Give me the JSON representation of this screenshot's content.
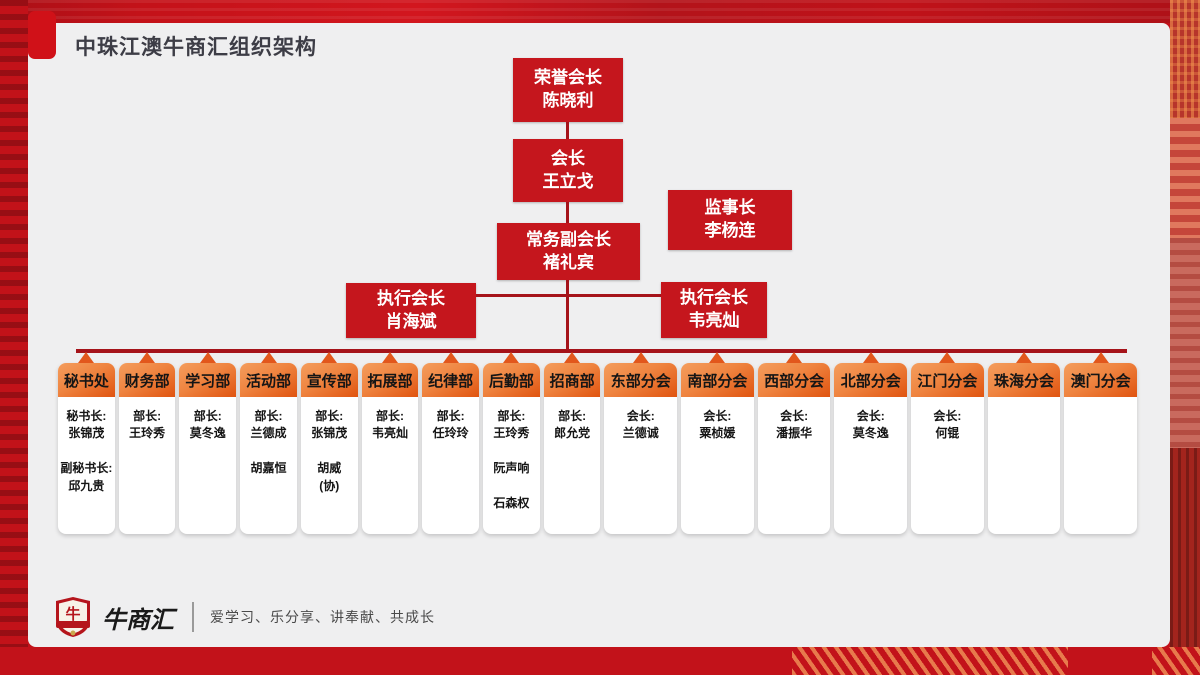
{
  "slide": {
    "title": "中珠江澳牛商汇组织架构"
  },
  "org": {
    "honorary": {
      "role": "荣誉会长",
      "name": "陈晓利"
    },
    "president": {
      "role": "会长",
      "name": "王立戈"
    },
    "supervisor": {
      "role": "监事长",
      "name": "李杨连"
    },
    "exec_vice": {
      "role": "常务副会长",
      "name": "褚礼宾"
    },
    "exec_left": {
      "role": "执行会长",
      "name": "肖海斌"
    },
    "exec_right": {
      "role": "执行会长",
      "name": "韦亮灿"
    }
  },
  "departments": [
    {
      "id": "mishuchu",
      "title": "秘书处",
      "wide": false,
      "members": "秘书长:\n张锦茂\n\n副秘书长:\n邱九贵"
    },
    {
      "id": "caiwubu",
      "title": "财务部",
      "wide": false,
      "members": "部长:\n王玲秀"
    },
    {
      "id": "xuexibu",
      "title": "学习部",
      "wide": false,
      "members": "部长:\n莫冬逸"
    },
    {
      "id": "huodongbu",
      "title": "活动部",
      "wide": false,
      "members": "部长:\n兰德成\n\n胡嘉恒"
    },
    {
      "id": "xuanchuanbu",
      "title": "宣传部",
      "wide": false,
      "members": "部长:\n张锦茂\n\n胡威\n(协)"
    },
    {
      "id": "tuozhanbu",
      "title": "拓展部",
      "wide": false,
      "members": "部长:\n韦亮灿"
    },
    {
      "id": "jilvbu",
      "title": "纪律部",
      "wide": false,
      "members": "部长:\n任玲玲"
    },
    {
      "id": "houqinbu",
      "title": "后勤部",
      "wide": false,
      "members": "部长:\n王玲秀\n\n阮声响\n\n石森权"
    },
    {
      "id": "zhaoshangbu",
      "title": "招商部",
      "wide": false,
      "members": "部长:\n郎允党"
    },
    {
      "id": "dongbufenhui",
      "title": "东部分会",
      "wide": true,
      "members": "会长:\n兰德诚"
    },
    {
      "id": "nanbufenhui",
      "title": "南部分会",
      "wide": true,
      "members": "会长:\n粟桢媛"
    },
    {
      "id": "xibufenhui",
      "title": "西部分会",
      "wide": true,
      "members": "会长:\n潘振华"
    },
    {
      "id": "beibufenhui",
      "title": "北部分会",
      "wide": true,
      "members": "会长:\n莫冬逸"
    },
    {
      "id": "jiangmen",
      "title": "江门分会",
      "wide": true,
      "members": "会长:\n何锟"
    },
    {
      "id": "zhuhai",
      "title": "珠海分会",
      "wide": true,
      "members": ""
    },
    {
      "id": "aomen",
      "title": "澳门分会",
      "wide": true,
      "members": ""
    }
  ],
  "footer": {
    "brand": "牛商汇",
    "slogan": "爱学习、乐分享、讲奉献、共成长"
  },
  "colors": {
    "box_red": "#c5161d",
    "line_red": "#a5131a",
    "header_orange_light": "#f49d5d",
    "header_orange_dark": "#e05410",
    "panel_gray": "#efeff0"
  }
}
